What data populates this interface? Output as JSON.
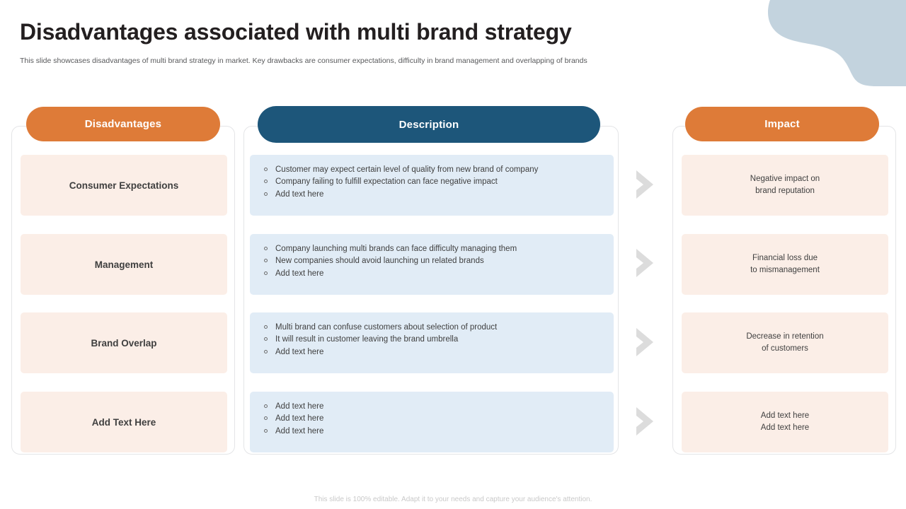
{
  "header": {
    "title": "Disadvantages associated with multi brand strategy",
    "subtitle": "This slide showcases disadvantages of multi brand strategy in market. Key drawbacks are consumer expectations, difficulty in brand management and overlapping of brands"
  },
  "columns": {
    "disadvantages_header": "Disadvantages",
    "description_header": "Description",
    "impact_header": "Impact"
  },
  "rows": [
    {
      "disadvantage": "Consumer Expectations",
      "description": [
        "Customer may expect certain level of quality from new brand of company",
        "Company failing to fulfill expectation can face negative impact",
        "Add text here"
      ],
      "impact": "Negative impact on\nbrand reputation"
    },
    {
      "disadvantage": "Management",
      "description": [
        "Company launching multi brands can face difficulty managing them",
        "New companies should avoid launching un related brands",
        "Add text here"
      ],
      "impact": "Financial loss due\nto mismanagement"
    },
    {
      "disadvantage": "Brand Overlap",
      "description": [
        "Multi brand can confuse customers about selection of product",
        "It will result in customer leaving the brand umbrella",
        "Add text here"
      ],
      "impact": "Decrease in retention\nof customers"
    },
    {
      "disadvantage": "Add Text Here",
      "description": [
        "Add text here",
        "Add text here",
        "Add text here"
      ],
      "impact": "Add text here\nAdd text here"
    }
  ],
  "footer": {
    "note": "This slide is 100% editable. Adapt it to your needs and capture your audience's attention."
  },
  "colors": {
    "accent_orange": "#de7b38",
    "accent_navy": "#1d567a",
    "cell_peach": "#fbeee7",
    "desc_blue": "#e1ecf6",
    "blob_blue": "#c3d3de",
    "chevron_gray": "#dcdcdc",
    "title_ink": "#231f20",
    "body_ink": "#3f3f3f"
  },
  "icons": {
    "chevron": "chevron-right-icon",
    "bullet": "circle-outline-bullet-icon",
    "blob": "decorative-blob-shape"
  }
}
